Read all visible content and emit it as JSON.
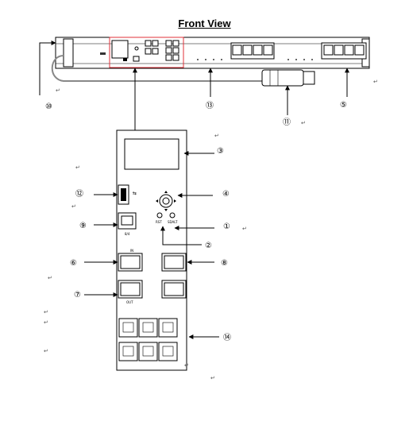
{
  "title": "Front View",
  "callouts": [
    {
      "id": "c1",
      "label": "①"
    },
    {
      "id": "c2",
      "label": "②"
    },
    {
      "id": "c3",
      "label": "③"
    },
    {
      "id": "c4",
      "label": "④"
    },
    {
      "id": "c5",
      "label": "⑤"
    },
    {
      "id": "c6",
      "label": "⑥"
    },
    {
      "id": "c7",
      "label": "⑦"
    },
    {
      "id": "c8",
      "label": "⑧"
    },
    {
      "id": "c9",
      "label": "⑨"
    },
    {
      "id": "c10",
      "label": "⑩"
    },
    {
      "id": "c11",
      "label": "⑪"
    },
    {
      "id": "c12",
      "label": "⑫"
    },
    {
      "id": "c13",
      "label": "⑬"
    },
    {
      "id": "c14",
      "label": "⑭"
    }
  ],
  "panel_labels": {
    "rst": "RST",
    "sdalt": "SDALT",
    "rs485": "8/4",
    "in": "IN",
    "out": "OUT"
  },
  "mark_glyph": "↵",
  "colors": {
    "line": "#000000",
    "highlight": "#e0303a",
    "panel_fill": "#ffffff"
  }
}
